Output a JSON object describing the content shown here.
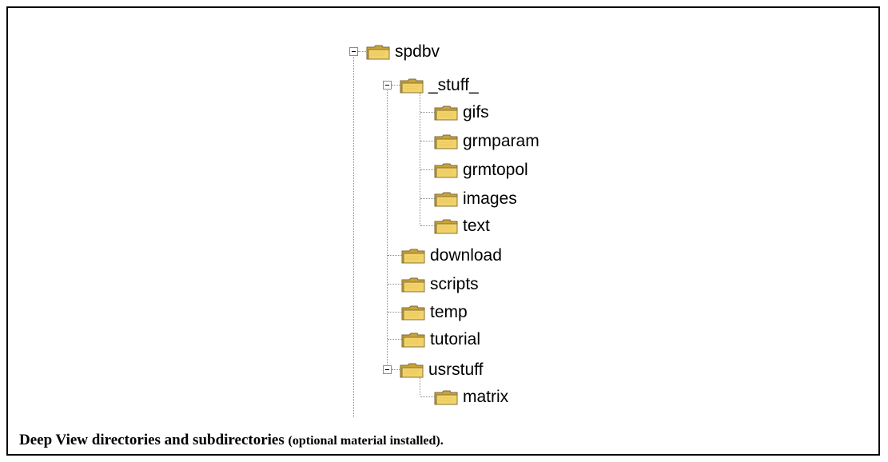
{
  "tree": {
    "root": {
      "label": "spdbv",
      "expanded": true
    },
    "children": [
      {
        "label": "_stuff_",
        "expanded": true,
        "children": [
          "gifs",
          "grmparam",
          "grmtopol",
          "images",
          "text"
        ]
      },
      {
        "label": "download"
      },
      {
        "label": "scripts"
      },
      {
        "label": "temp"
      },
      {
        "label": "tutorial"
      },
      {
        "label": "usrstuff",
        "expanded": true,
        "children": [
          "matrix"
        ]
      }
    ]
  },
  "caption": {
    "main": "Deep View directories and subdirectories ",
    "note": "(optional material installed)."
  },
  "colors": {
    "folder_fill": "#f2d36a",
    "folder_shade": "#c9a23a",
    "connector": "#8a8a8a"
  }
}
